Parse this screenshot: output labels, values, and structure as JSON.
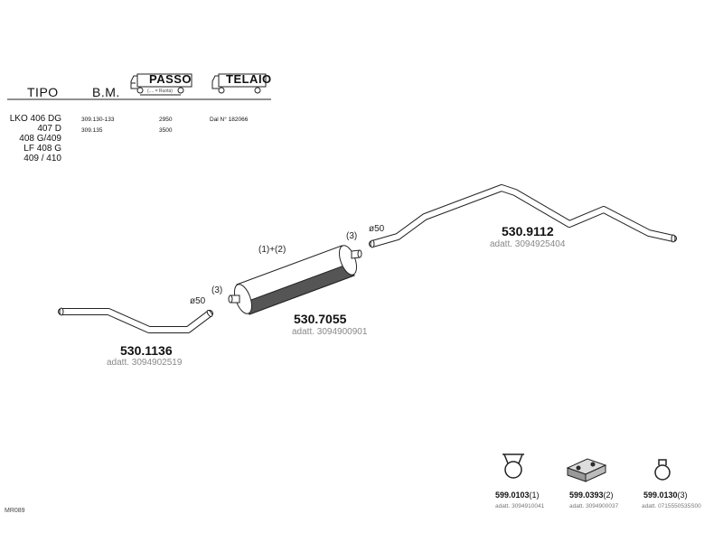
{
  "header": {
    "col_tipo": "TIPO",
    "col_bm": "B.M.",
    "col_passo": "PASSO",
    "col_passo_sub": "(.... = Ruota)",
    "col_telaio": "TELAIO"
  },
  "models": [
    "LKO 406 DG",
    "407 D",
    "408 G/409",
    "LF 408 G",
    "409 / 410"
  ],
  "rows": [
    {
      "bm": "309.130-133",
      "passo": "2950",
      "telaio": "Dal N° 182066"
    },
    {
      "bm": "309.135",
      "passo": "3500",
      "telaio": ""
    }
  ],
  "parts": {
    "rear_pipe": {
      "number": "530.9112",
      "adatt": "adatt. 3094925404",
      "diameter": "ø50"
    },
    "muffler": {
      "number": "530.7055",
      "adatt": "adatt. 3094900901",
      "callout": "(1)+(2)",
      "ref_left": "(3)",
      "ref_right": "(3)"
    },
    "front_pipe": {
      "number": "530.1136",
      "adatt": "adatt. 3094902519",
      "diameter": "ø50"
    }
  },
  "accessories": [
    {
      "number": "599.0103",
      "ref": "(1)",
      "adatt": "adatt. 3094910041",
      "icon": "clamp-icon"
    },
    {
      "number": "599.0393",
      "ref": "(2)",
      "adatt": "adatt. 3094900037",
      "icon": "rubber-mount-icon"
    },
    {
      "number": "599.0130",
      "ref": "(3)",
      "adatt": "adatt. 0715550535S00",
      "icon": "ring-clamp-icon"
    }
  ],
  "footer_code": "MR089"
}
